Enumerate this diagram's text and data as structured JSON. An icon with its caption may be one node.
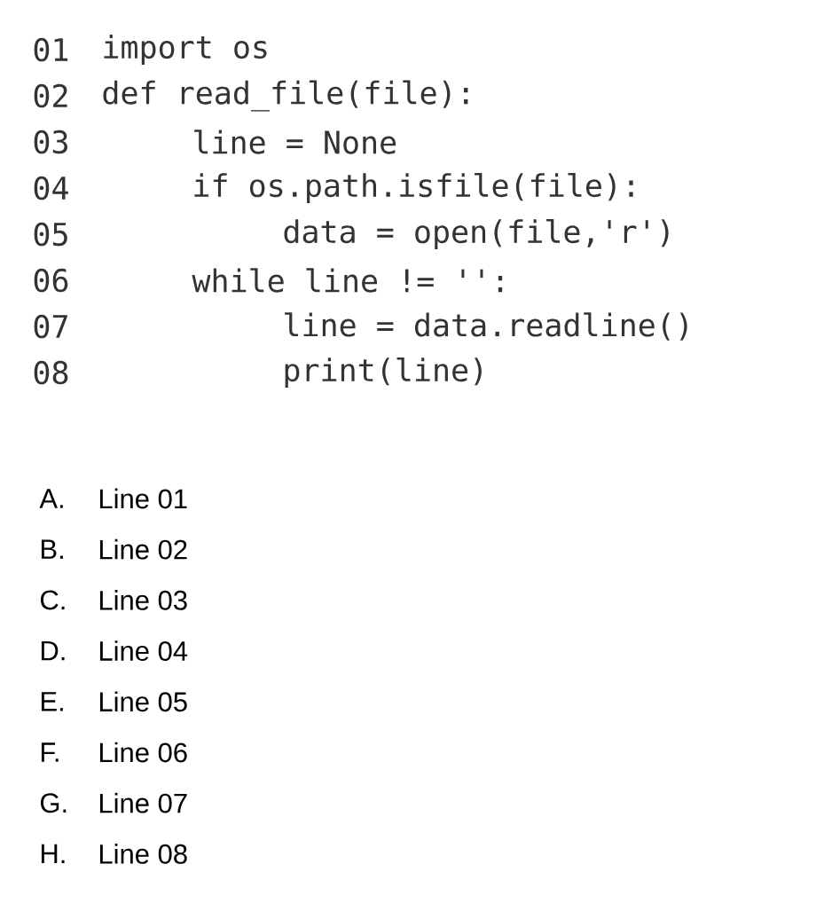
{
  "diagram": {
    "labels": [
      "01",
      "import os",
      "02",
      "def read_file(file):",
      "03",
      "line = None",
      "04",
      "if os.path.isfile(file):",
      "05",
      "data = open(file,'r')",
      "06",
      "while line != '':",
      "07",
      "line = data.readline()",
      "08",
      "print(line)",
      "A.",
      "Line 01",
      "B.",
      "Line 02",
      "C.",
      "Line 03",
      "D.",
      "Line 04",
      "E.",
      "Line 05",
      "F.",
      "Line 06",
      "G.",
      "Line 07",
      "H.",
      "Line 08"
    ]
  }
}
